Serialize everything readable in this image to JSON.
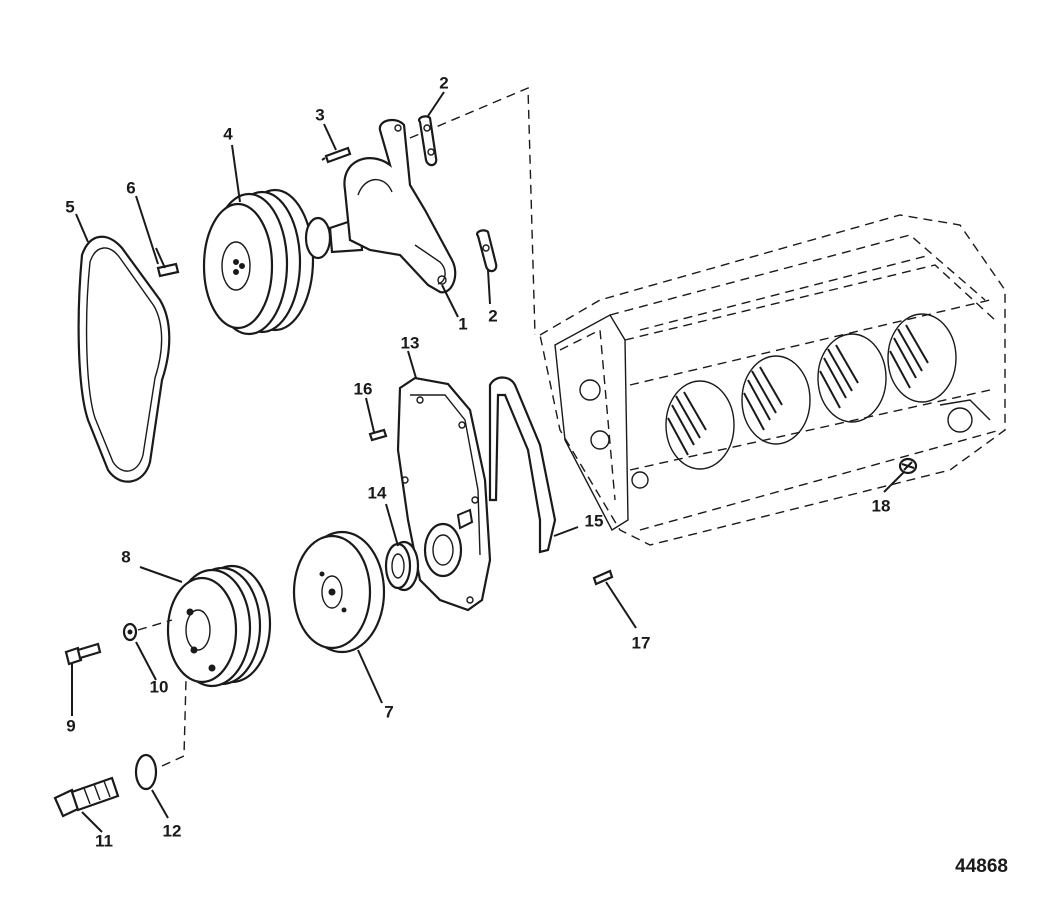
{
  "figure_number": "44868",
  "callouts": [
    {
      "id": "c1",
      "text": "1"
    },
    {
      "id": "c2a",
      "text": "2"
    },
    {
      "id": "c2b",
      "text": "2"
    },
    {
      "id": "c3",
      "text": "3"
    },
    {
      "id": "c4",
      "text": "4"
    },
    {
      "id": "c5",
      "text": "5"
    },
    {
      "id": "c6",
      "text": "6"
    },
    {
      "id": "c7",
      "text": "7"
    },
    {
      "id": "c8",
      "text": "8"
    },
    {
      "id": "c9",
      "text": "9"
    },
    {
      "id": "c10",
      "text": "10"
    },
    {
      "id": "c11",
      "text": "11"
    },
    {
      "id": "c12",
      "text": "12"
    },
    {
      "id": "c13",
      "text": "13"
    },
    {
      "id": "c14",
      "text": "14"
    },
    {
      "id": "c15",
      "text": "15"
    },
    {
      "id": "c16",
      "text": "16"
    },
    {
      "id": "c17",
      "text": "17"
    },
    {
      "id": "c18",
      "text": "18"
    }
  ]
}
